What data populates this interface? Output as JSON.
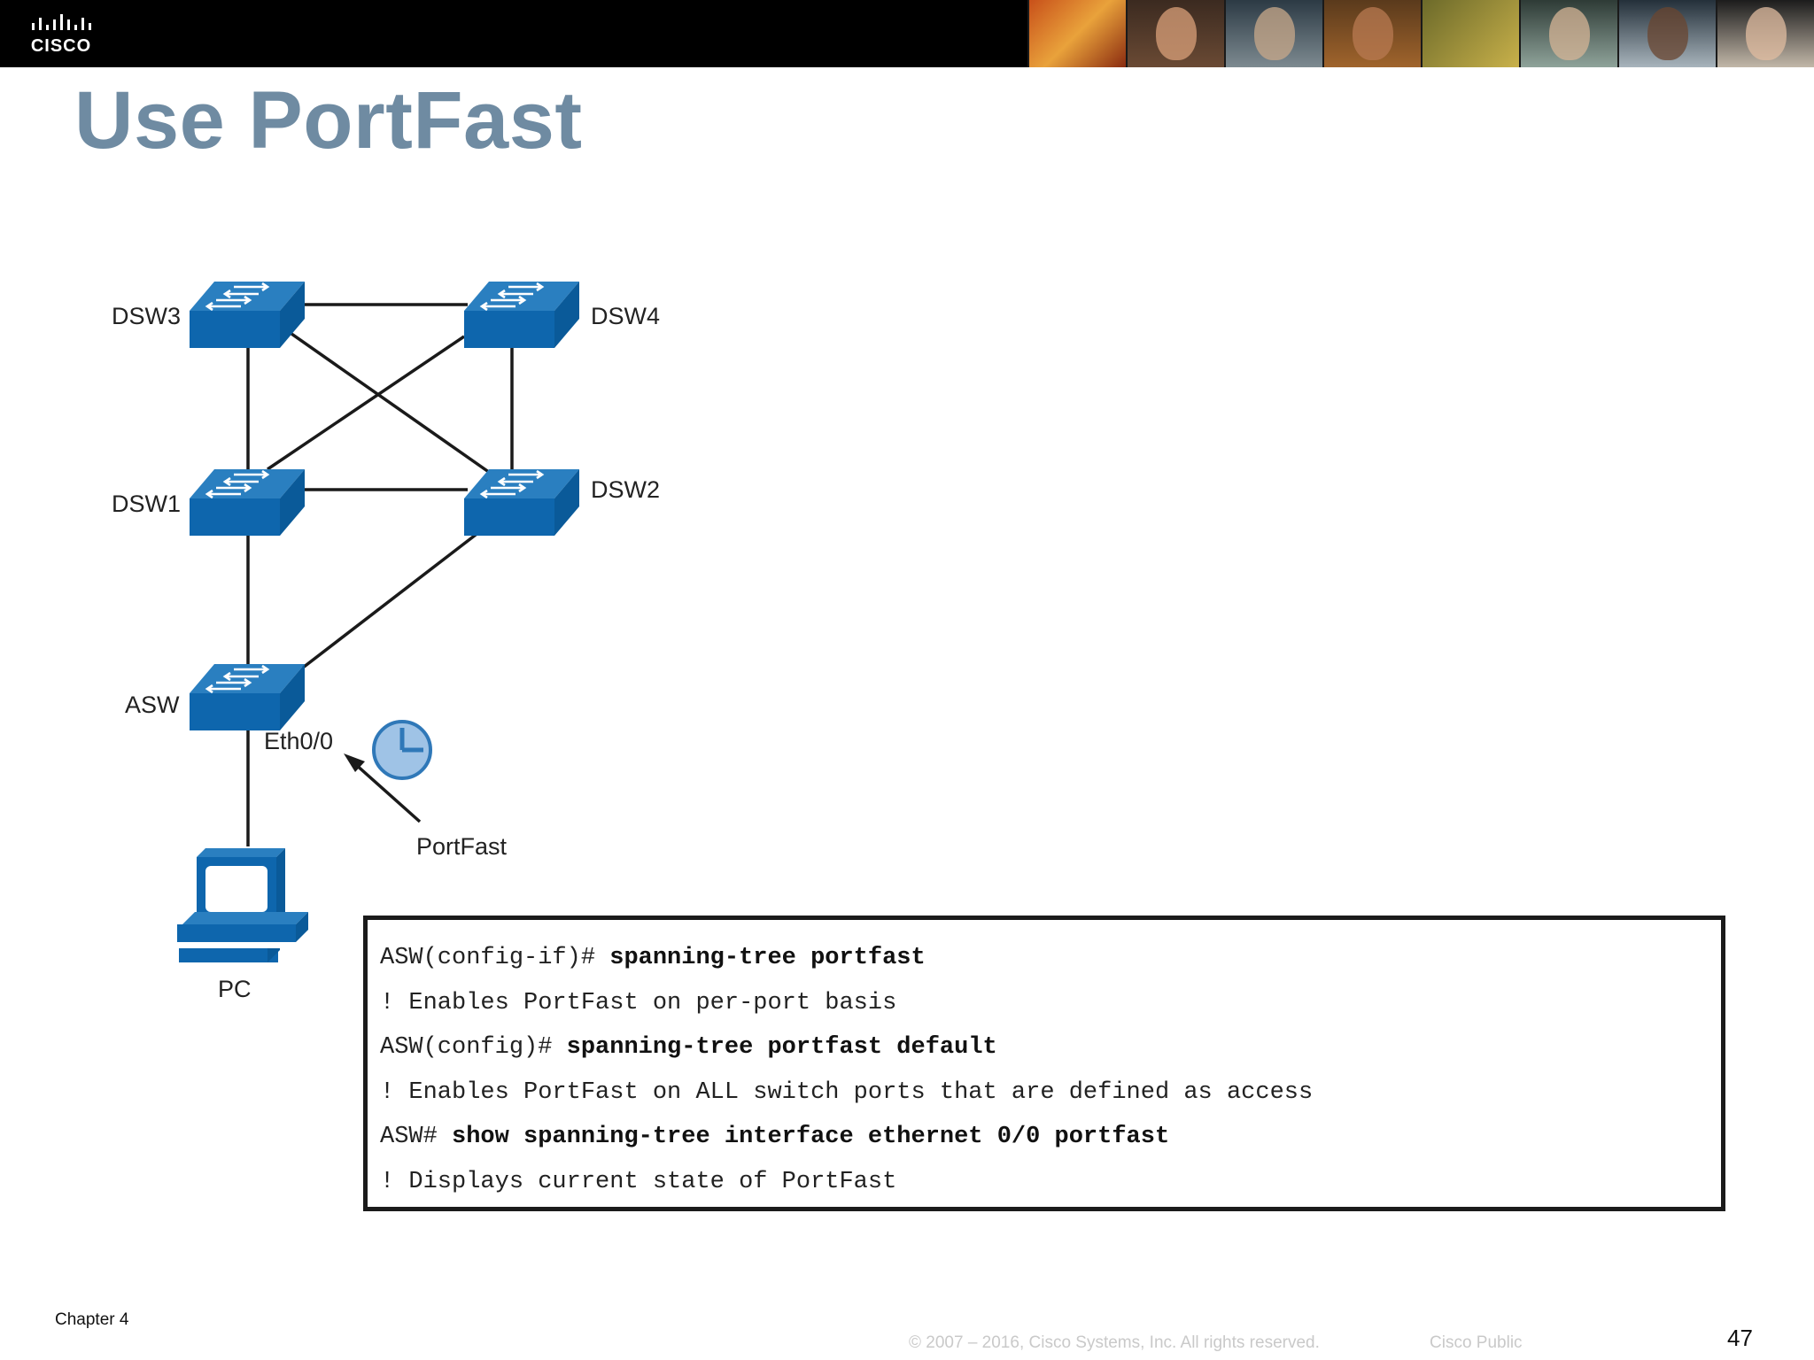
{
  "header": {
    "logo_text": "CISCO",
    "photo_count": 8
  },
  "title": "Use PortFast",
  "diagram": {
    "nodes": {
      "dsw3": "DSW3",
      "dsw4": "DSW4",
      "dsw1": "DSW1",
      "dsw2": "DSW2",
      "asw": "ASW",
      "pc": "PC"
    },
    "port_label": "Eth0/0",
    "callout_label": "PortFast",
    "colors": {
      "switch_top": "#2a7fc0",
      "switch_front": "#0e66ad",
      "link": "#1a1a1a",
      "timer_fill": "#9fc3e6",
      "timer_stroke": "#2f78b8"
    }
  },
  "config": {
    "lines": [
      {
        "prompt": "ASW(config-if)# ",
        "command": "spanning-tree portfast"
      },
      {
        "comment": "! Enables PortFast on per-port basis"
      },
      {
        "prompt": "ASW(config)# ",
        "command": "spanning-tree portfast default"
      },
      {
        "comment": "! Enables PortFast on ALL switch ports that are defined as access"
      },
      {
        "prompt": "ASW# ",
        "command": "show spanning-tree interface ethernet 0/0 portfast"
      },
      {
        "comment": "! Displays current state of PortFast"
      }
    ]
  },
  "footer": {
    "chapter": "Chapter 4",
    "copyright": "© 2007 – 2016, Cisco Systems, Inc. All rights reserved.",
    "classification": "Cisco Public",
    "page_number": "47"
  }
}
